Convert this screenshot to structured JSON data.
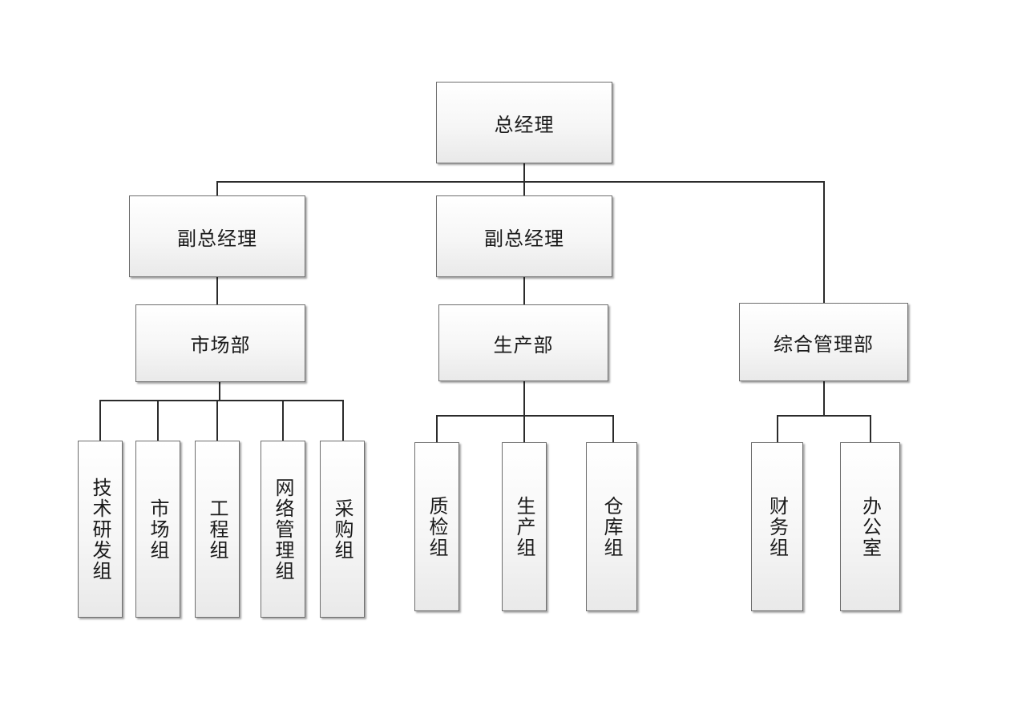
{
  "org_chart": {
    "ceo": "总经理",
    "vp_left": "副总经理",
    "vp_center": "副总经理",
    "dept_market": "市场部",
    "dept_production": "生产部",
    "dept_admin": "综合管理部",
    "market_groups": [
      "技术研发组",
      "市场组",
      "工程组",
      "网络管理组",
      "采购组"
    ],
    "production_groups": [
      "质检组",
      "生产组",
      "仓库组"
    ],
    "admin_groups": [
      "财务组",
      "办公室"
    ]
  }
}
